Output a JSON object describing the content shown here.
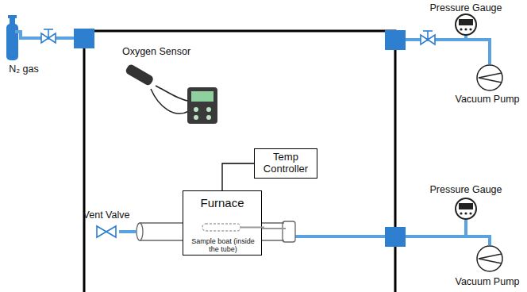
{
  "diagram": {
    "nodes": [
      {
        "text": [
          "Temp Controller"
        ]
      },
      {
        "text": [
          "Furnace"
        ]
      },
      {
        "text": [
          "Sample boat (inside the tube)"
        ],
        "in": 1
      }
    ],
    "edges": [
      {
        "from": 0,
        "to": 1,
        "arrow": "none"
      }
    ],
    "labels": [
      "Pressure Gauge",
      "Oxygen Sensor",
      "N₂ gas",
      "Vacuum Pump",
      "Pressure Gauge",
      "Vent Valve",
      "Vacuum Pump"
    ]
  }
}
